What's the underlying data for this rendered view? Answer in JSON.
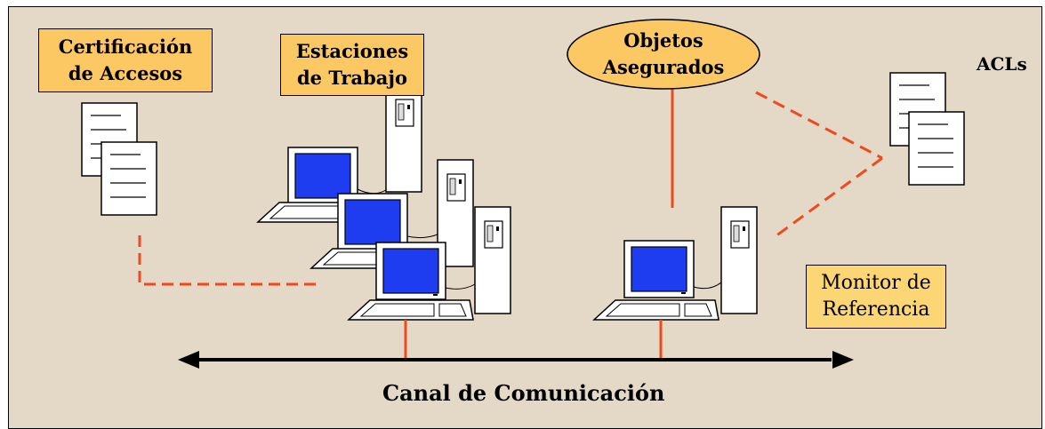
{
  "labels": {
    "access_cert": "Certificación\nde Accesos",
    "workstations": "Estaciones\nde Trabajo",
    "secured_objects": "Objetos\nAsegurados",
    "acls": "ACLs",
    "reference_monitor": "Monitor de\nReferencia",
    "channel": "Canal de Comunicación"
  },
  "colors": {
    "background": "#e4d9c6",
    "label_fill": "#fcc863",
    "connector": "#f0491e",
    "screen": "#1e3cf0"
  }
}
